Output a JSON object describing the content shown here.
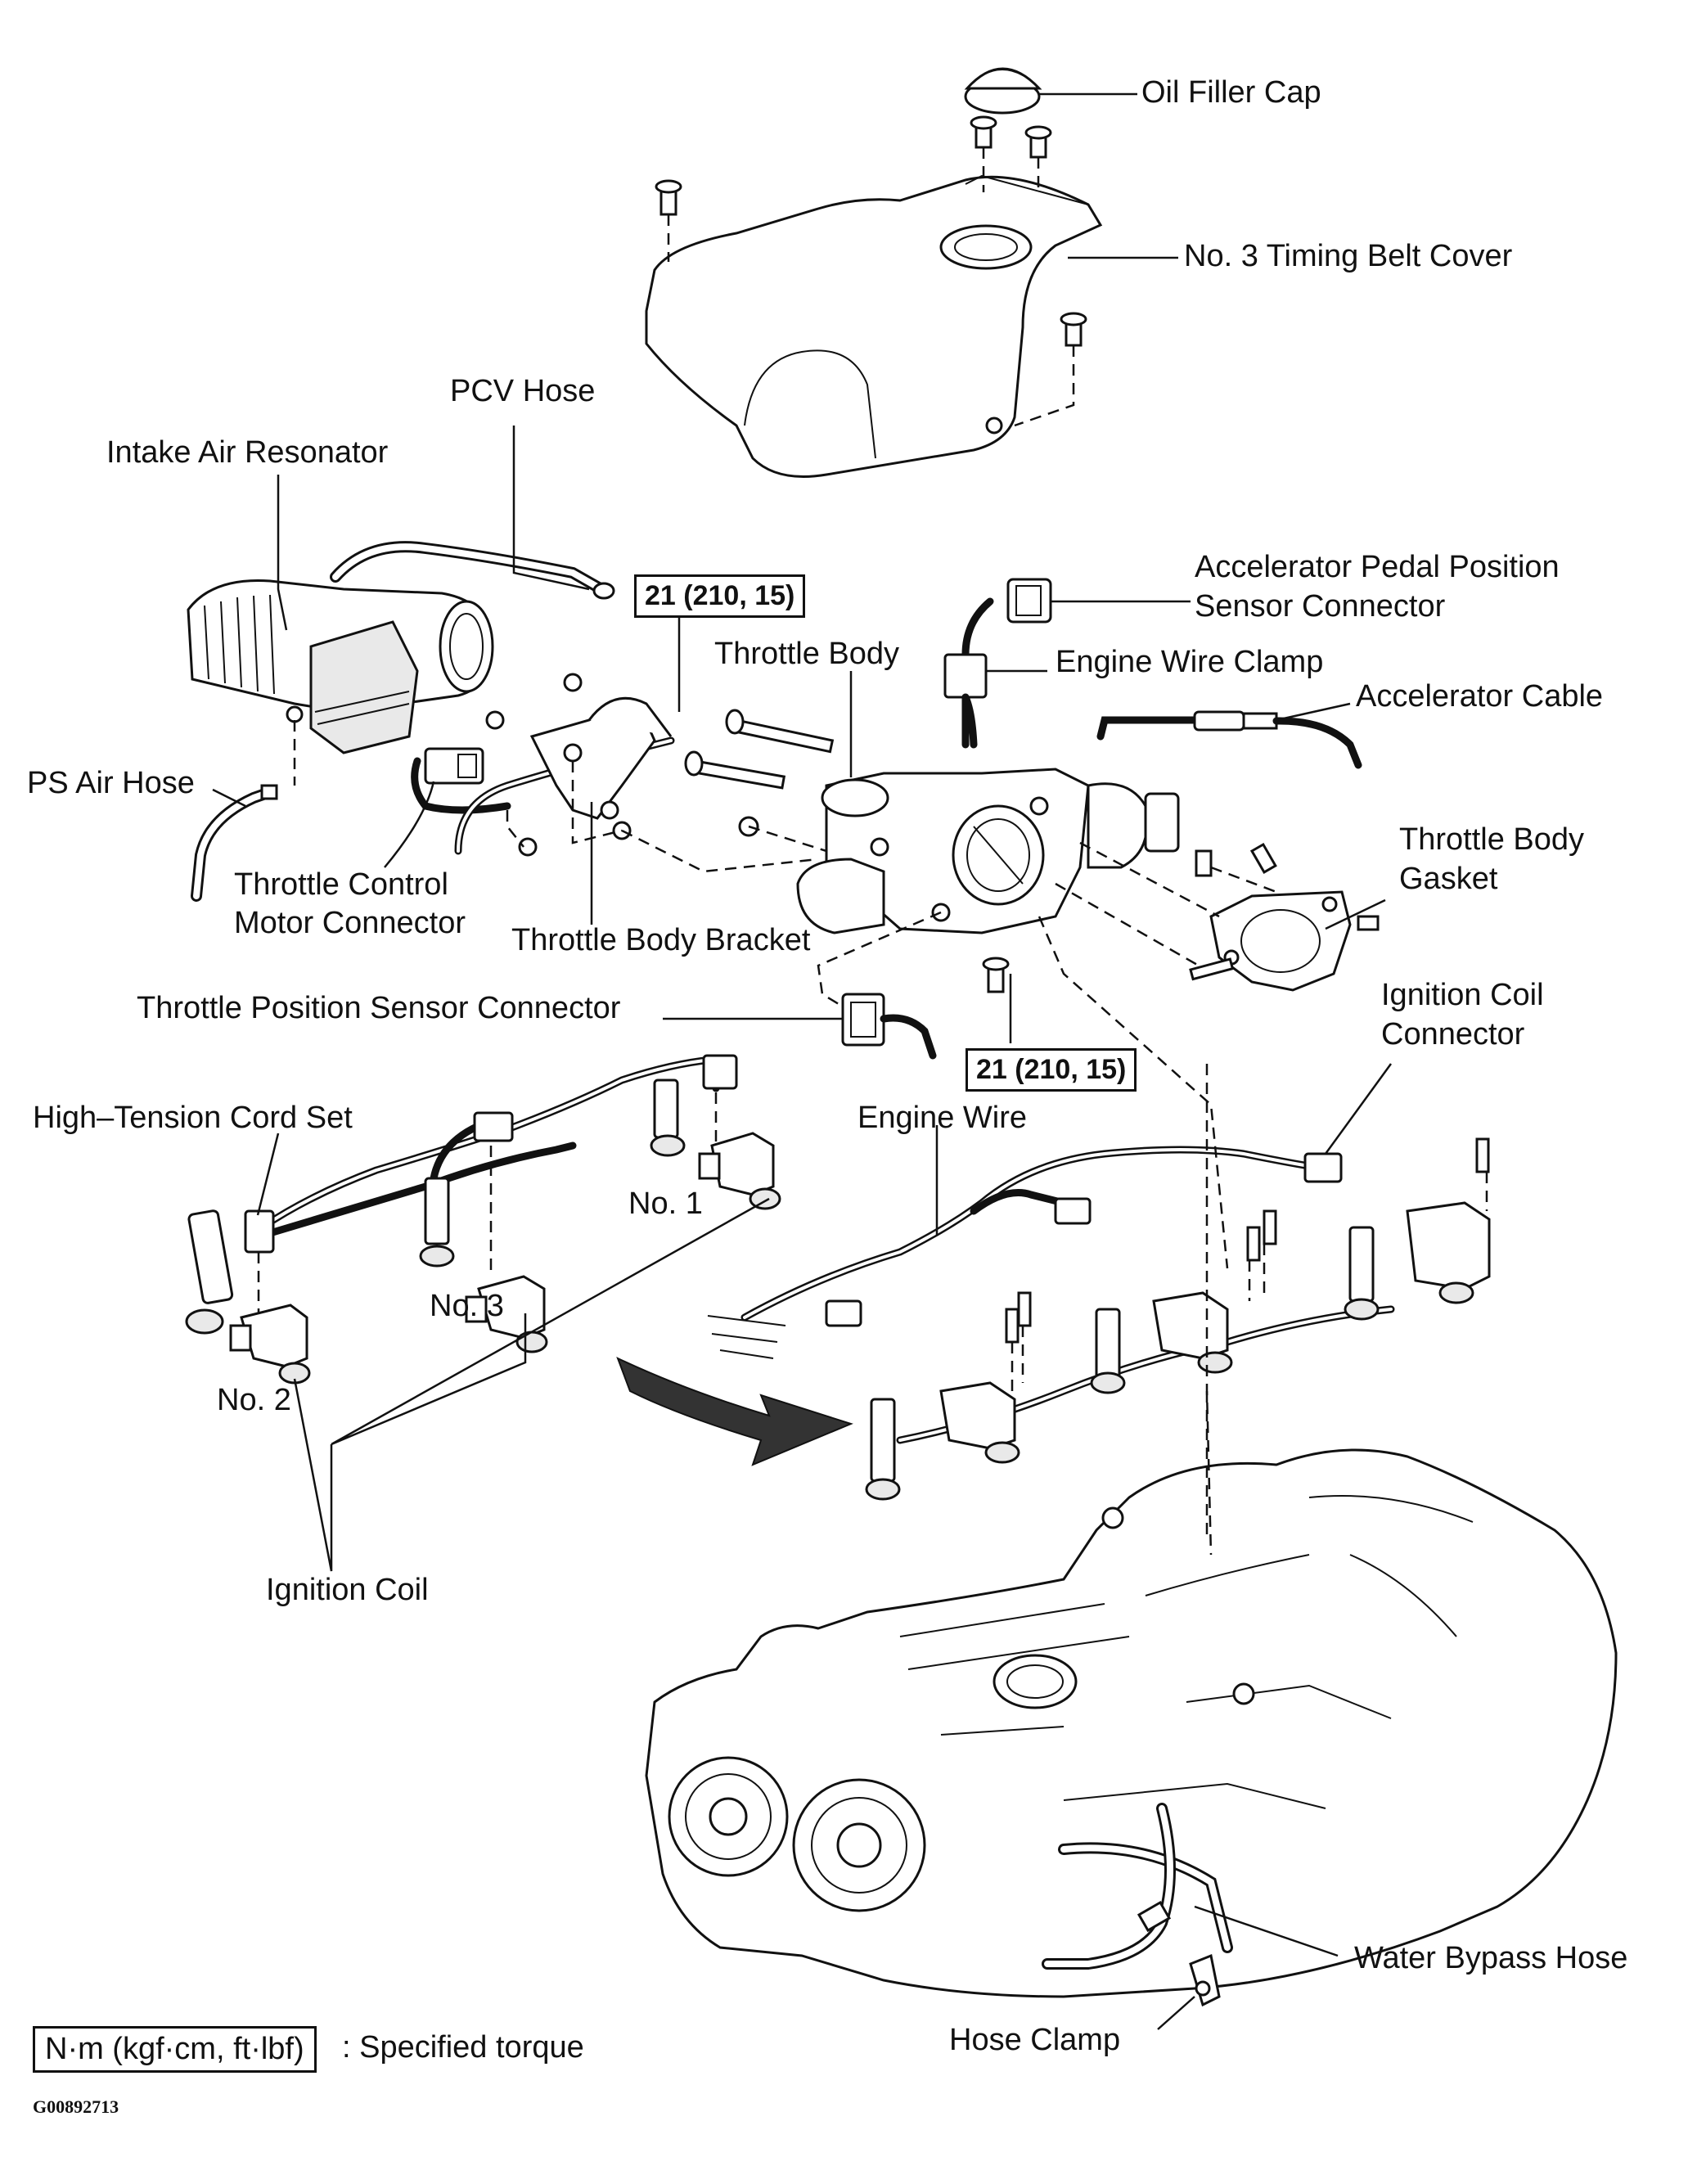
{
  "labels": {
    "oil_filler_cap": "Oil Filler Cap",
    "timing_belt_cover": "No. 3 Timing Belt Cover",
    "pcv_hose": "PCV Hose",
    "intake_air_resonator": "Intake Air Resonator",
    "accel_pedal_sensor_connector_1": "Accelerator Pedal Position",
    "accel_pedal_sensor_connector_2": "Sensor Connector",
    "throttle_body": "Throttle Body",
    "engine_wire_clamp": "Engine Wire Clamp",
    "accelerator_cable": "Accelerator Cable",
    "ps_air_hose": "PS Air Hose",
    "throttle_body_gasket_1": "Throttle  Body",
    "throttle_body_gasket_2": "Gasket",
    "throttle_control_motor_connector_1": "Throttle Control",
    "throttle_control_motor_connector_2": "Motor Connector",
    "throttle_body_bracket": "Throttle Body Bracket",
    "throttle_position_sensor_connector": "Throttle Position Sensor Connector",
    "ignition_coil_connector_1": "Ignition  Coil",
    "ignition_coil_connector_2": "Connector",
    "high_tension_cord_set": "High–Tension Cord Set",
    "engine_wire": "Engine Wire",
    "no_1": "No. 1",
    "no_3": "No. 3",
    "no_2": "No. 2",
    "ignition_coil": "Ignition Coil",
    "water_bypass_hose": "Water Bypass Hose",
    "hose_clamp": "Hose Clamp"
  },
  "torque_specs": {
    "upper": "21 (210, 15)",
    "lower": "21 (210, 15)"
  },
  "legend": {
    "unit_box": "N·m (kgf·cm, ft·lbf)",
    "description": ": Specified torque"
  },
  "figure_id": "G00892713"
}
